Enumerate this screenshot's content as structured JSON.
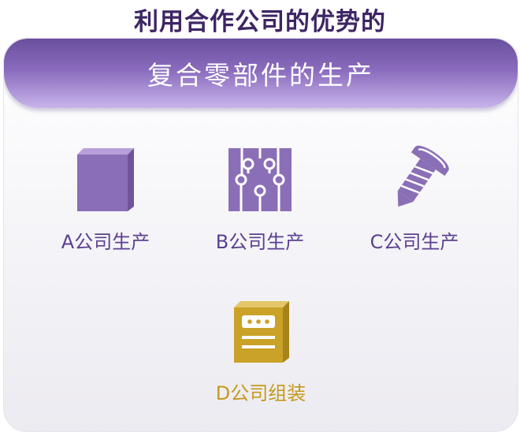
{
  "title": "利用合作公司的优势的",
  "banner": {
    "text": "复合零部件的生产"
  },
  "items": [
    {
      "label": "A公司生产",
      "icon": "cube-icon",
      "color": "#8b6fb6"
    },
    {
      "label": "B公司生产",
      "icon": "circuit-board-icon",
      "color": "#8b6fb6"
    },
    {
      "label": "C公司生产",
      "icon": "screw-icon",
      "color": "#8b6fb6"
    },
    {
      "label": "D公司组装",
      "icon": "assembly-machine-icon",
      "color": "#c9a227"
    }
  ],
  "colors": {
    "title": "#3d2564",
    "banner_top": "#6a4f9e",
    "banner_bottom": "#c7b4eb",
    "purple_icon": "#8b6fb6",
    "gold_icon": "#c9a227"
  }
}
